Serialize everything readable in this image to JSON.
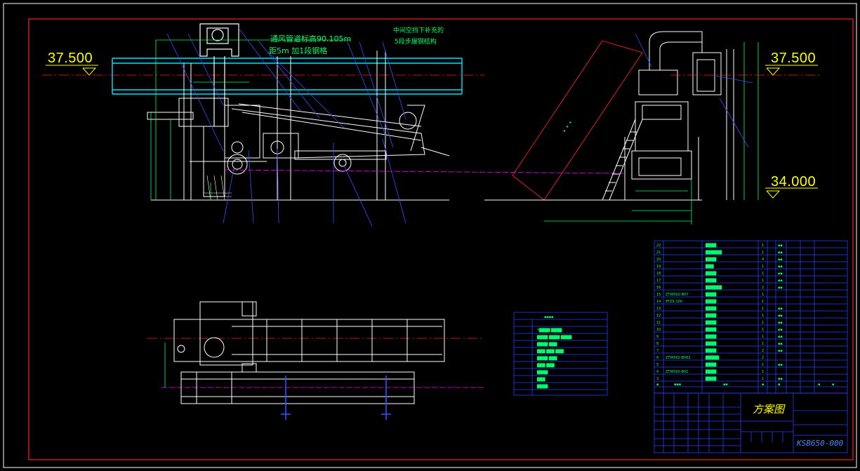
{
  "elevations": {
    "left_top": "37.500",
    "right_top": "37.500",
    "right_bottom": "34.000"
  },
  "annotations": {
    "line1": "通风管道标高90.105m",
    "line2": "距5m 加1段钢格",
    "line3": "中间空挡下补充的",
    "line4": "5段步履钢结构"
  },
  "title_block": {
    "title": "方案图",
    "drawing_number": "KSB650-000"
  },
  "colors": {
    "background": "#000000",
    "frame": "#ff2020",
    "structure": "#ffffff",
    "conveyor": "#00e5ff",
    "dimension": "#00ff66",
    "leader": "#3050ff",
    "table": "#2040ff",
    "centerline": "#ff00ff",
    "label": "#ffff00"
  }
}
